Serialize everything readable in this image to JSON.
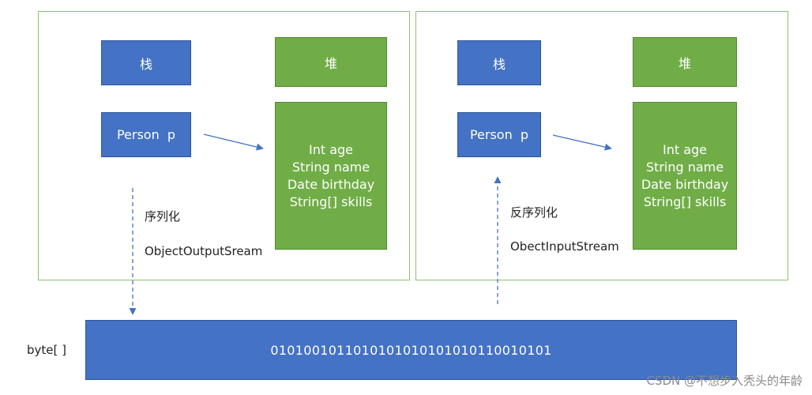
{
  "left": {
    "stack_label": "栈",
    "heap_label": "堆",
    "ref_label": "Person  p",
    "fields": [
      "Int age",
      "String name",
      "Date birthday",
      "String[] skills"
    ],
    "process_label": "序列化",
    "stream_label": "ObjectOutputSream"
  },
  "right": {
    "stack_label": "栈",
    "heap_label": "堆",
    "ref_label": "Person  p",
    "fields": [
      "Int age",
      "String name",
      "Date birthday",
      "String[] skills"
    ],
    "process_label": "反序列化",
    "stream_label": "ObectInputStream"
  },
  "bytes": {
    "label": "byte[ ]",
    "value": "0101001011010101010101010110010101"
  },
  "watermark": "CSDN @不想步入秃头的年龄",
  "colors": {
    "blue": "#4472c4",
    "green": "#70ad47",
    "panel_border": "#8dc26f"
  }
}
